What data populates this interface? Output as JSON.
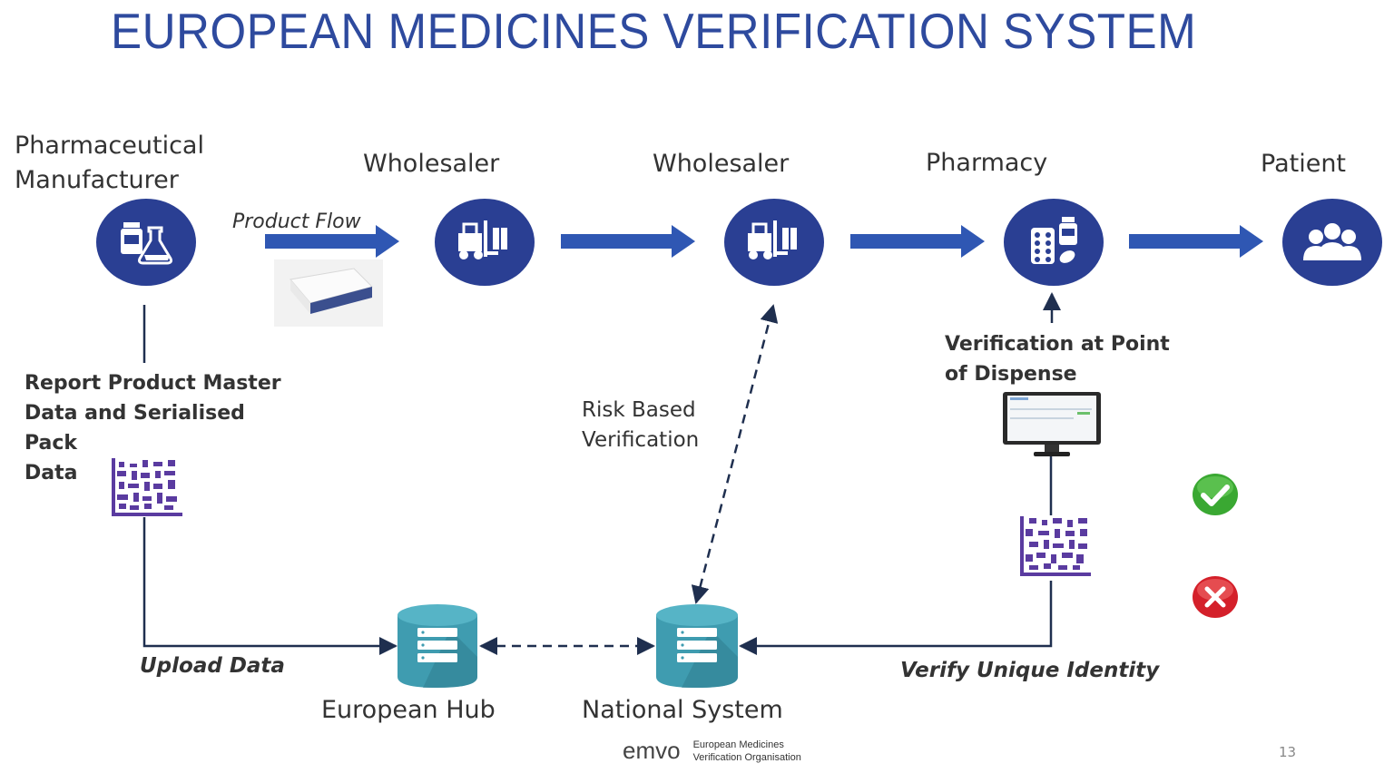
{
  "title": "EUROPEAN MEDICINES VERIFICATION SYSTEM",
  "nodes": {
    "manufacturer_line1": "Pharmaceutical",
    "manufacturer_line2": "Manufacturer",
    "wholesaler1": "Wholesaler",
    "wholesaler2": "Wholesaler",
    "pharmacy": "Pharmacy",
    "patient": "Patient"
  },
  "labels": {
    "product_flow": "Product Flow",
    "report_line1": "Report Product Master",
    "report_line2": "Data and Serialised Pack",
    "report_line3": "Data",
    "risk_line1": "Risk Based",
    "risk_line2": "Verification",
    "dispense_line1": "Verification at Point",
    "dispense_line2": "of Dispense",
    "upload_data": "Upload Data",
    "verify_identity": "Verify Unique Identity",
    "european_hub": "European Hub",
    "national_system": "National System"
  },
  "footer": {
    "logo": "emvo",
    "org_line1": "European Medicines",
    "org_line2": "Verification Organisation",
    "page_number": "13"
  },
  "colors": {
    "title": "#2e4a9e",
    "circle": "#2a3f93",
    "arrow": "#2f57b3",
    "db": "#3f9cb0",
    "line": "#1f2f4f",
    "qr": "#5a3ba0",
    "ok": "#3aa832",
    "fail": "#d4202a"
  },
  "icons": {
    "manufacturer": "flask-bottle-icon",
    "wholesaler": "forklift-icon",
    "pharmacy": "pills-icon",
    "patient": "people-icon",
    "database": "server-icon",
    "check": "check-icon",
    "cross": "cross-icon"
  }
}
